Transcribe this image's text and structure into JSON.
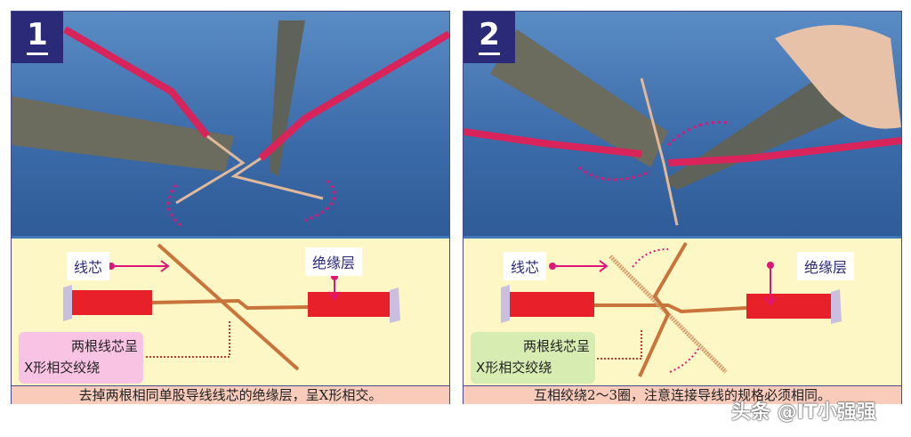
{
  "panels": [
    {
      "number": "1",
      "labels": {
        "core": "线芯",
        "insulation": "绝缘层"
      },
      "note": {
        "line1": "两根线芯呈",
        "line2": "X形相交绞绕"
      },
      "note_color": "#f9c3e4",
      "caption": "去掉两根相同单股导线线芯的绝缘层，呈X形相交。"
    },
    {
      "number": "2",
      "labels": {
        "core": "线芯",
        "insulation": "绝缘层"
      },
      "note": {
        "line1": "两根线芯呈",
        "line2": "X形相交绞绕"
      },
      "note_color": "#d6ecb0",
      "caption": "互相绞绕2～3圈，注意连接导线的规格必须相同。"
    }
  ],
  "watermark": "头条 @IT小强强",
  "colors": {
    "badge": "#2b2a78",
    "insulation": "#e8202a",
    "copper": "#c8743a",
    "caption_bg": "#f8cbbb",
    "diagram_bg": "#fdf7c6",
    "arrow": "#e0157a"
  }
}
